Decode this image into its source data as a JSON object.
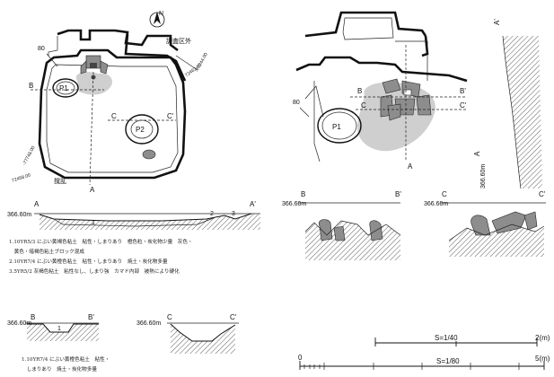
{
  "labels": {
    "outside_area": "調査区外",
    "north_symbol": "N",
    "disturbance": "撹乱",
    "coord_tr_a": "-77744.00",
    "coord_tr_b": "72462.00",
    "coord_bl_a": "-77748.00",
    "coord_bl_b": "72458.00",
    "elev_80_left": "80",
    "elev_80_right": "80",
    "elev_section": "366.60m",
    "elev_right_vertical": "366.60m"
  },
  "points": {
    "A": "A",
    "A_prime": "A'",
    "B": "B",
    "B_prime": "B'",
    "C": "C",
    "C_prime": "C'",
    "P1": "P1",
    "P2": "P2"
  },
  "layers": {
    "n1": "1",
    "n2": "2",
    "n3": "3"
  },
  "legend_main": [
    "1.10YR5/3 にぶい黄褐色粘土　粘性・しまりあり　橙色粒・炭化物少量　灰色・",
    "　黄色・暗褐色粘土ブロック混成",
    "2.10YR7/4 にぶい黄橙色粘土　粘性・しまりあり　焼土・炭化物多量",
    "3.5YR5/2 灰褐色粘土　粘性なし、しまり強　カマド内部　被熱により硬化"
  ],
  "legend_pit": [
    "1.10YR7/4 にぶい黄橙色粘土　粘性・",
    "　しまりあり　焼土・炭化物多量"
  ],
  "scales": [
    {
      "label": "S=1/40",
      "end_label": "2(m)",
      "start_label": ""
    },
    {
      "label": "S=1/80",
      "end_label": "5(m)",
      "start_label": "0"
    }
  ]
}
